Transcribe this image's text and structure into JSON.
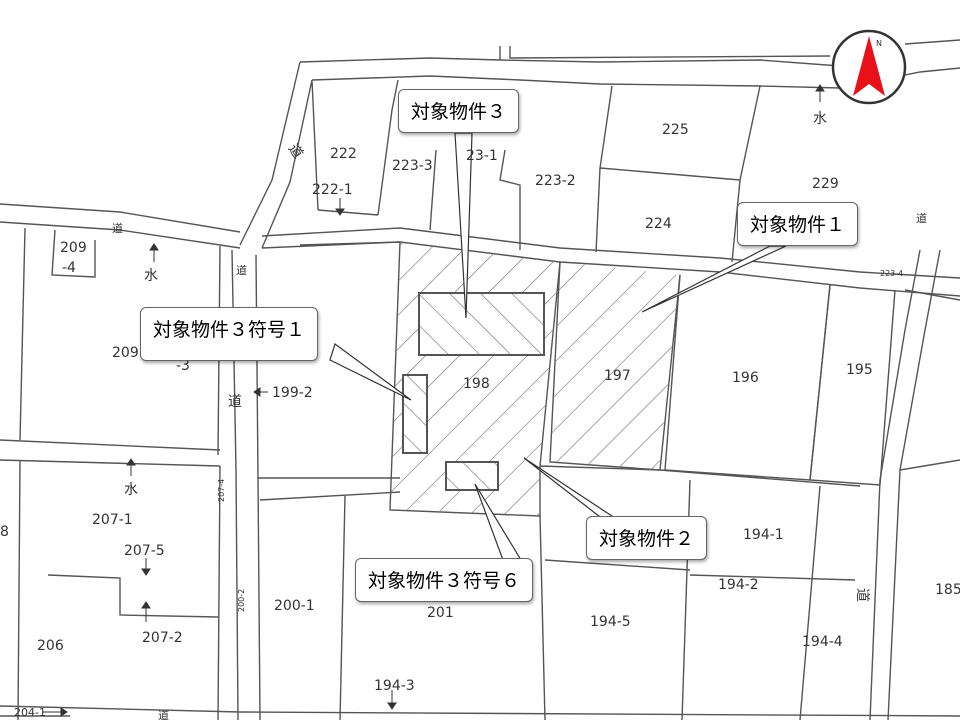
{
  "callouts": {
    "target1": "対象物件１",
    "target2": "対象物件２",
    "target3": "対象物件３",
    "target3_sub1": "対象物件３符号１",
    "target3_sub6": "対象物件３符号６"
  },
  "parcels": {
    "p222": "222",
    "p222_1": "222-1",
    "p223_3": "223-3",
    "p223_1": "23-1",
    "p223_2": "223-2",
    "p225": "225",
    "p224": "224",
    "p229": "229",
    "p209_4a": "209",
    "p209_4b": "-4",
    "p209": "209",
    "p209_3": "-3",
    "p199_2": "199-2",
    "p198": "198",
    "p197": "197",
    "p196": "196",
    "p195": "195",
    "p207_1": "207-1",
    "p207_5": "207-5",
    "p207_2": "207-2",
    "p206": "206",
    "p200_1": "200-1",
    "p201": "201",
    "p194_1": "194-1",
    "p194_2": "194-2",
    "p194_5": "194-5",
    "p194_4": "194-4",
    "p194_3": "194-3",
    "p204_1": "204-1",
    "p185": "185",
    "p8": "8",
    "p223_4": "223-4",
    "p207_4": "207-4",
    "p200_2": "200-2"
  },
  "map_marks": {
    "road": "道",
    "water": "水",
    "north": "N"
  },
  "colors": {
    "compass_red": "#e8111a",
    "line": "#555555",
    "hatch": "#777777"
  }
}
